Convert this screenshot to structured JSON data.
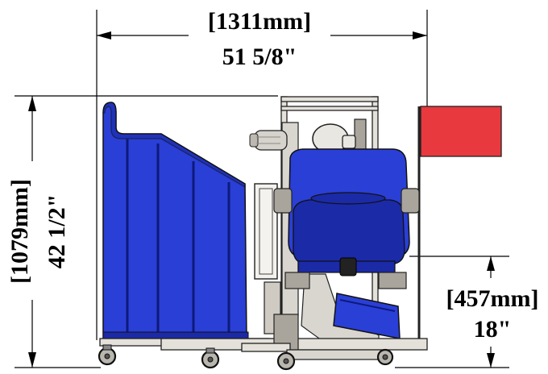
{
  "dimensions": {
    "width_mm": "[1311mm]",
    "width_in": "51 5/8\"",
    "height_mm": "[1079mm]",
    "height_in": "42 1/2\"",
    "seat_mm": "[457mm]",
    "seat_in": "18\""
  },
  "colors": {
    "body_blue": "#2a3fd6",
    "flag_red": "#e8393e",
    "frame_grey": "#d9d6cf"
  }
}
